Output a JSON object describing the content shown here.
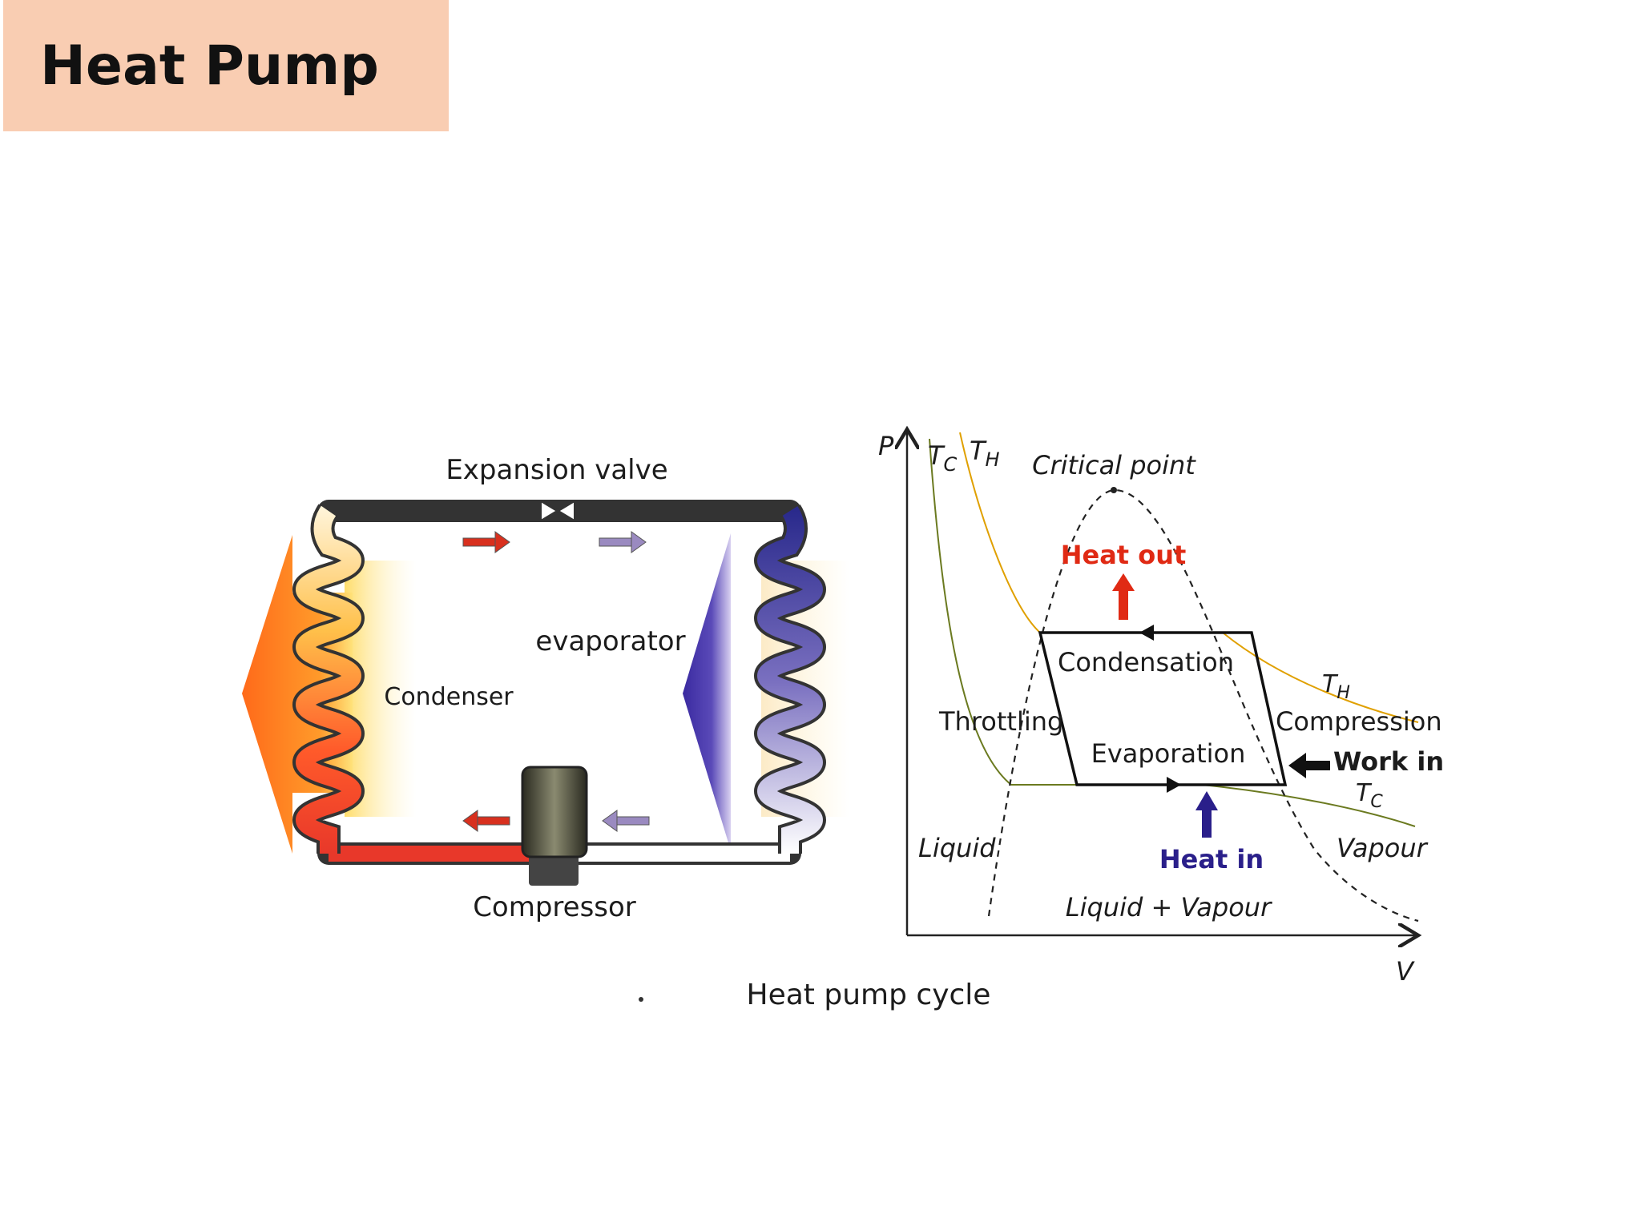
{
  "title": "Heat Pump",
  "caption": "Heat pump cycle",
  "schematic": {
    "expansion_valve": "Expansion valve",
    "evaporator": "evaporator",
    "condenser": "Condenser",
    "compressor": "Compressor",
    "colors": {
      "hot": "#e8382a",
      "cold": "#2a2a8c",
      "heat_out_arrow": "#ff6a1a",
      "heat_in_arrow": "#3a2aa0"
    }
  },
  "pv_diagram": {
    "axis_p": "P",
    "axis_v": "V",
    "tc": "T",
    "tc_sub": "C",
    "th": "T",
    "th_sub": "H",
    "critical_point": "Critical point",
    "heat_out": "Heat out",
    "condensation": "Condensation",
    "throttling": "Throttling",
    "evaporation": "Evaporation",
    "compression": "Compression",
    "work_in": "Work in",
    "heat_in": "Heat in",
    "liquid": "Liquid",
    "vapour": "Vapour",
    "liquid_vapour": "Liquid + Vapour",
    "colors": {
      "th_curve": "#e0a000",
      "tc_curve": "#6b7a20",
      "heat_out": "#e02a14",
      "heat_in": "#2a1f8a"
    }
  }
}
